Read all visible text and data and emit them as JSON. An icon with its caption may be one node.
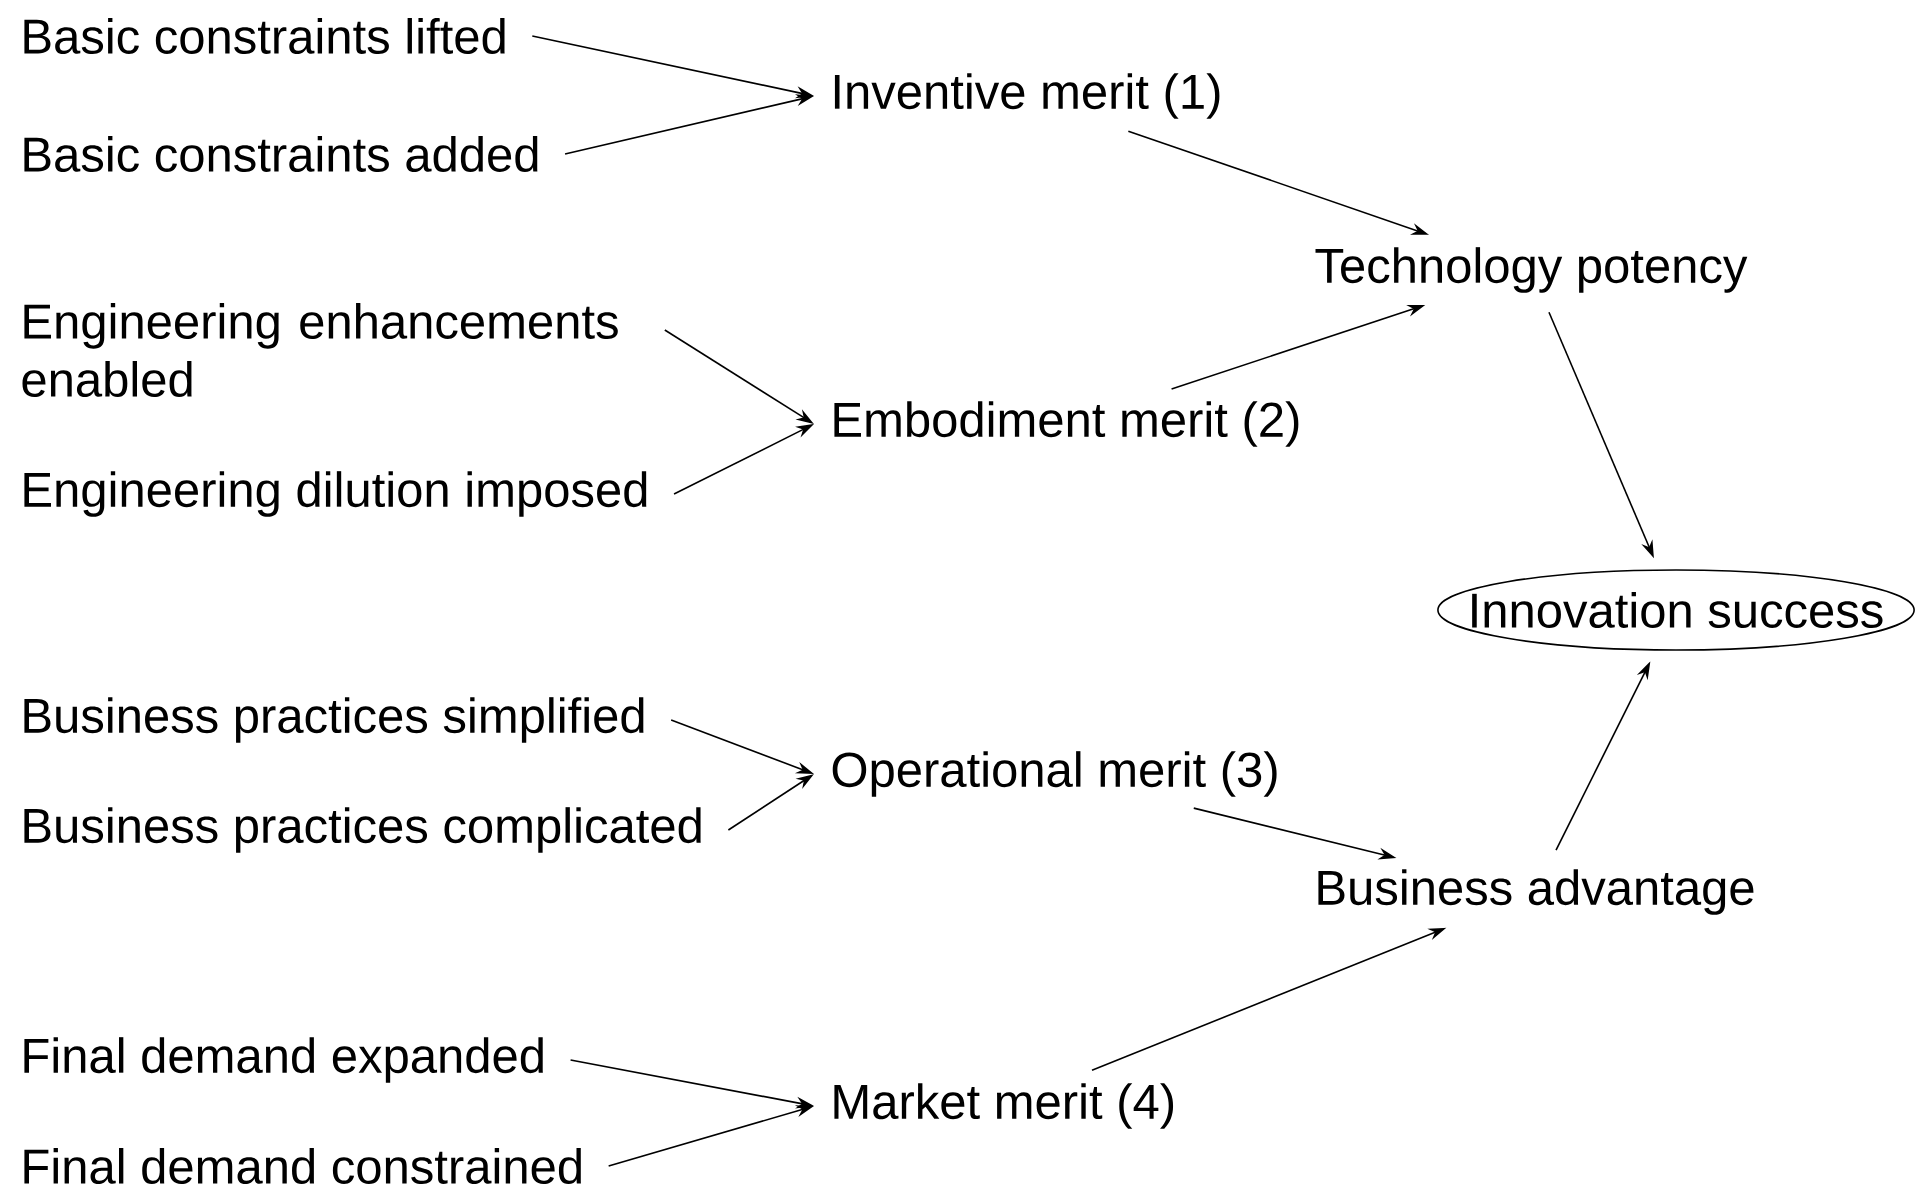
{
  "diagram": {
    "nodes": [
      {
        "text": [
          "Basic constraints lifted"
        ]
      },
      {
        "text": [
          "Basic constraints added"
        ]
      },
      {
        "text": [
          "Inventive merit (1)"
        ]
      },
      {
        "text": [
          "Engineering enhancements enabled"
        ]
      },
      {
        "text": [
          "Engineering dilution imposed"
        ]
      },
      {
        "text": [
          "Embodiment merit (2)"
        ]
      },
      {
        "text": [
          "Technology potency"
        ]
      },
      {
        "text": [
          "Innovation success"
        ]
      },
      {
        "text": [
          "Business practices simplified"
        ]
      },
      {
        "text": [
          "Business practices complicated"
        ]
      },
      {
        "text": [
          "Operational merit (3)"
        ]
      },
      {
        "text": [
          "Business advantage"
        ]
      },
      {
        "text": [
          "Final demand expanded"
        ]
      },
      {
        "text": [
          "Final demand constrained"
        ]
      },
      {
        "text": [
          "Market merit (4)"
        ]
      }
    ],
    "edges": [
      {
        "from": 0,
        "to": 2,
        "arrow": "to"
      },
      {
        "from": 1,
        "to": 2,
        "arrow": "to"
      },
      {
        "from": 3,
        "to": 5,
        "arrow": "to"
      },
      {
        "from": 4,
        "to": 5,
        "arrow": "to"
      },
      {
        "from": 2,
        "to": 6,
        "arrow": "to"
      },
      {
        "from": 5,
        "to": 6,
        "arrow": "to"
      },
      {
        "from": 6,
        "to": 7,
        "arrow": "to"
      },
      {
        "from": 8,
        "to": 10,
        "arrow": "to"
      },
      {
        "from": 9,
        "to": 10,
        "arrow": "to"
      },
      {
        "from": 10,
        "to": 11,
        "arrow": "to"
      },
      {
        "from": 14,
        "to": 11,
        "arrow": "to"
      },
      {
        "from": 11,
        "to": 7,
        "arrow": "to"
      },
      {
        "from": 12,
        "to": 14,
        "arrow": "to"
      },
      {
        "from": 13,
        "to": 14,
        "arrow": "to"
      }
    ]
  }
}
